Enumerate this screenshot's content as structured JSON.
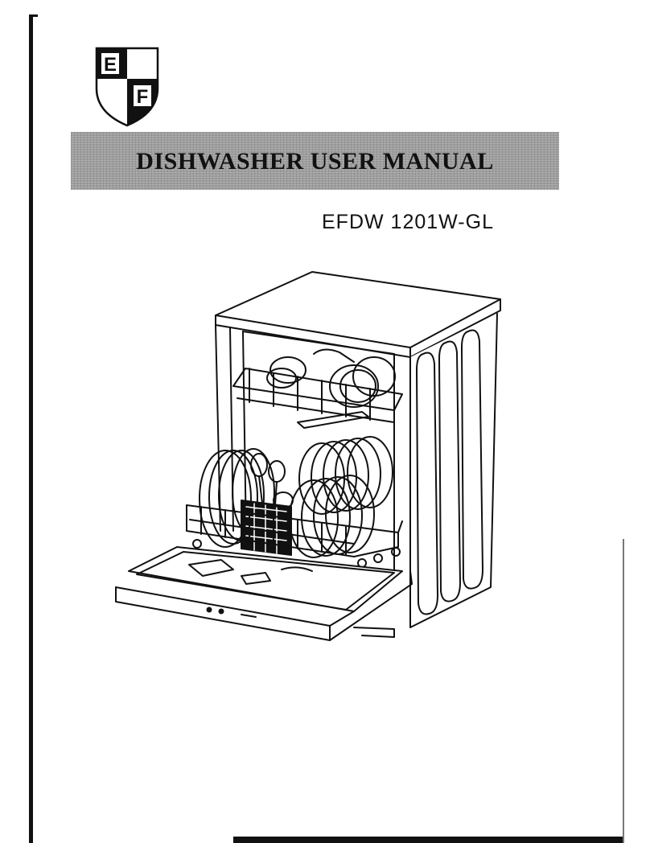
{
  "brand": {
    "logo_letters": [
      "E",
      "F"
    ]
  },
  "manual": {
    "title": "DISHWASHER USER MANUAL",
    "model": "EFDW 1201W-GL"
  },
  "illustration": {
    "subject": "dishwasher-open-door-icon"
  },
  "colors": {
    "ink": "#111111",
    "title_bar": "#9d9d9d",
    "paper": "#ffffff"
  }
}
